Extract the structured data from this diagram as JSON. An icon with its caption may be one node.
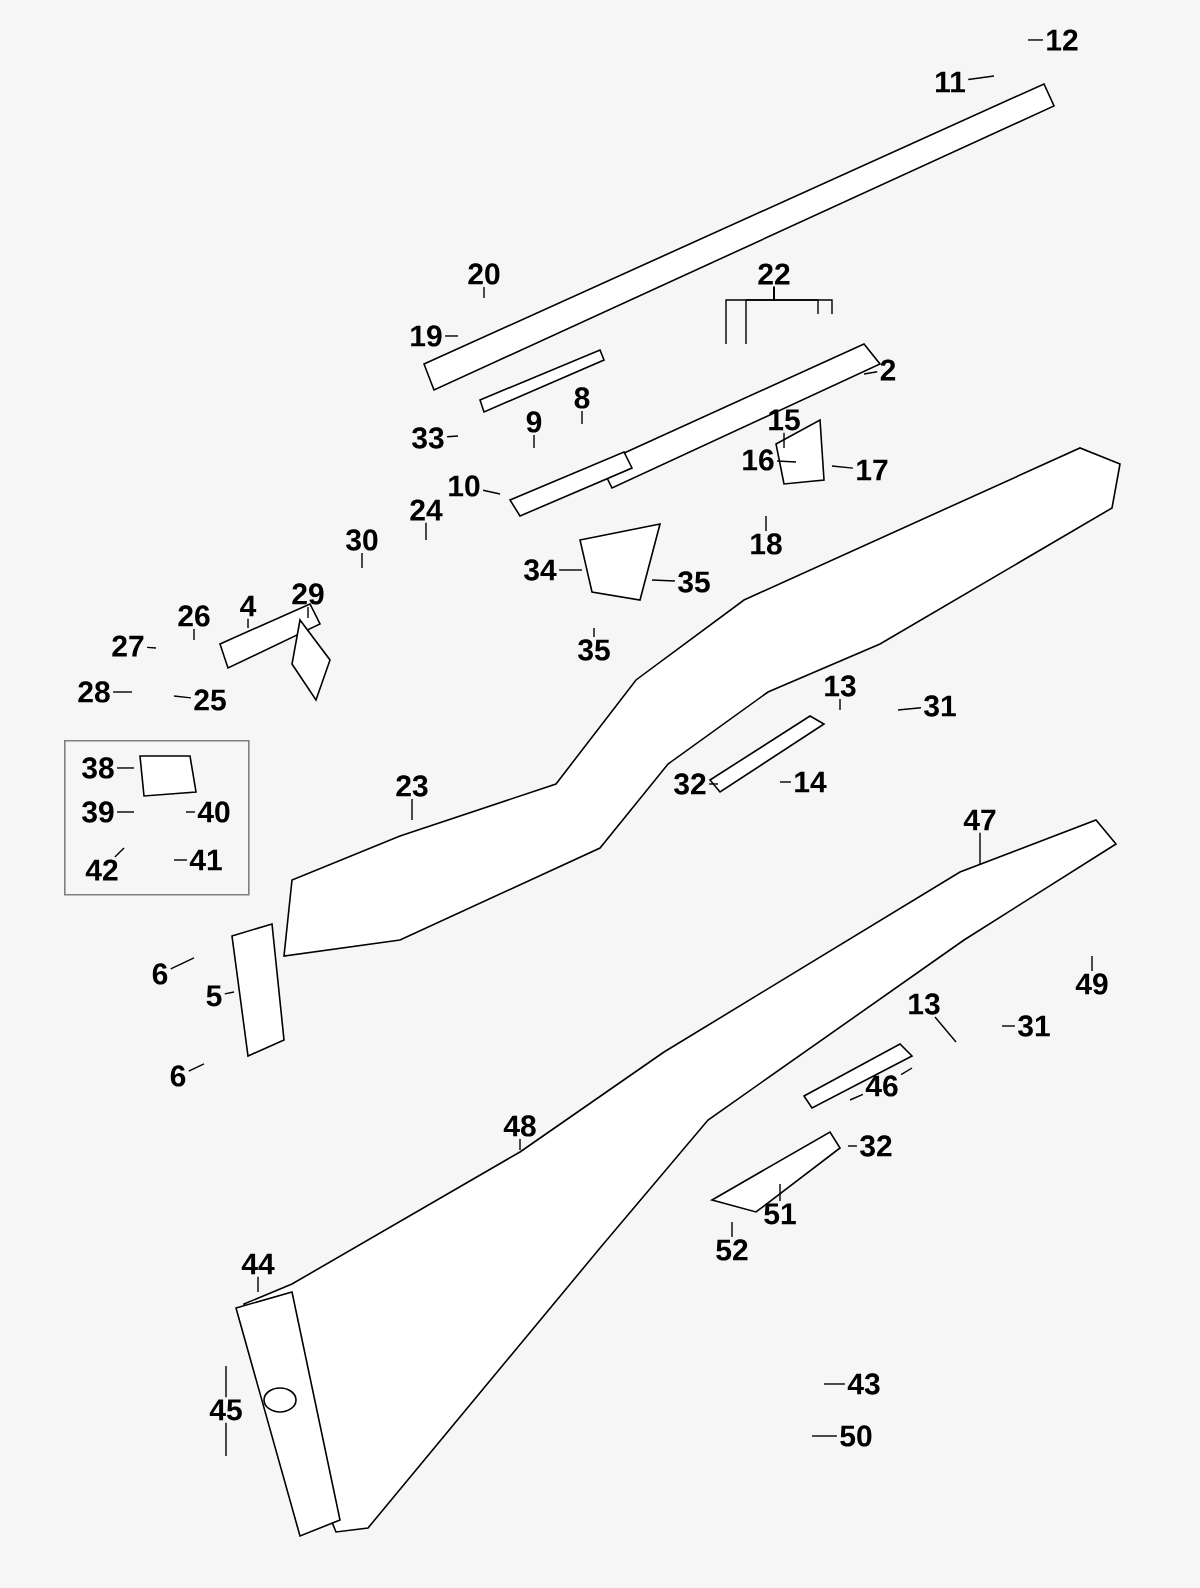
{
  "diagram": {
    "nodes": [
      {
        "text": [
          "12"
        ]
      },
      {
        "text": [
          "11"
        ]
      },
      {
        "text": [
          "20"
        ]
      },
      {
        "text": [
          "19"
        ]
      },
      {
        "text": [
          "22"
        ]
      },
      {
        "text": [
          "2"
        ]
      },
      {
        "text": [
          "8"
        ]
      },
      {
        "text": [
          "9"
        ]
      },
      {
        "text": [
          "33"
        ]
      },
      {
        "text": [
          "15"
        ]
      },
      {
        "text": [
          "10"
        ]
      },
      {
        "text": [
          "16"
        ]
      },
      {
        "text": [
          "17"
        ]
      },
      {
        "text": [
          "24"
        ]
      },
      {
        "text": [
          "30"
        ]
      },
      {
        "text": [
          "18"
        ]
      },
      {
        "text": [
          "34"
        ]
      },
      {
        "text": [
          "35"
        ]
      },
      {
        "text": [
          "29"
        ]
      },
      {
        "text": [
          "4"
        ]
      },
      {
        "text": [
          "26"
        ]
      },
      {
        "text": [
          "27"
        ]
      },
      {
        "text": [
          "35"
        ]
      },
      {
        "text": [
          "13"
        ]
      },
      {
        "text": [
          "31"
        ]
      },
      {
        "text": [
          "28"
        ]
      },
      {
        "text": [
          "25"
        ]
      },
      {
        "text": [
          "32"
        ]
      },
      {
        "text": [
          "14"
        ]
      },
      {
        "text": [],
        "shape": "box"
      },
      {
        "text": [
          "38"
        ],
        "in": 29
      },
      {
        "text": [
          "39"
        ],
        "in": 29
      },
      {
        "text": [
          "40"
        ],
        "in": 29
      },
      {
        "text": [
          "42"
        ],
        "in": 29
      },
      {
        "text": [
          "41"
        ],
        "in": 29
      },
      {
        "text": [
          "23"
        ]
      },
      {
        "text": [
          "47"
        ]
      },
      {
        "text": [
          "6"
        ]
      },
      {
        "text": [
          "5"
        ]
      },
      {
        "text": [
          "49"
        ]
      },
      {
        "text": [
          "13"
        ]
      },
      {
        "text": [
          "31"
        ]
      },
      {
        "text": [
          "6"
        ]
      },
      {
        "text": [
          "46"
        ]
      },
      {
        "text": [
          "48"
        ]
      },
      {
        "text": [
          "32"
        ]
      },
      {
        "text": [
          "51"
        ]
      },
      {
        "text": [
          "52"
        ]
      },
      {
        "text": [
          "44"
        ]
      },
      {
        "text": [
          "45"
        ]
      },
      {
        "text": [
          "43"
        ]
      },
      {
        "text": [
          "50"
        ]
      }
    ],
    "edges": [
      {
        "from": 0,
        "to": null,
        "arrow": "none"
      },
      {
        "from": 1,
        "to": null,
        "arrow": "none"
      },
      {
        "from": 2,
        "to": null,
        "arrow": "none"
      },
      {
        "from": 3,
        "to": null,
        "arrow": "none"
      },
      {
        "from": 4,
        "to": null,
        "arrow": "none"
      },
      {
        "from": 4,
        "to": null,
        "arrow": "none"
      },
      {
        "from": 4,
        "to": null,
        "arrow": "none"
      },
      {
        "from": 4,
        "to": null,
        "arrow": "none"
      },
      {
        "from": 5,
        "to": null,
        "arrow": "none"
      },
      {
        "from": 6,
        "to": null,
        "arrow": "none"
      },
      {
        "from": 7,
        "to": null,
        "arrow": "none"
      },
      {
        "from": 8,
        "to": null,
        "arrow": "none"
      },
      {
        "from": 9,
        "to": null,
        "arrow": "none"
      },
      {
        "from": 10,
        "to": null,
        "arrow": "none"
      },
      {
        "from": 11,
        "to": null,
        "arrow": "none"
      },
      {
        "from": 12,
        "to": null,
        "arrow": "none"
      },
      {
        "from": 13,
        "to": null,
        "arrow": "none"
      },
      {
        "from": 14,
        "to": null,
        "arrow": "none"
      },
      {
        "from": 15,
        "to": null,
        "arrow": "none"
      },
      {
        "from": 16,
        "to": null,
        "arrow": "none"
      },
      {
        "from": 17,
        "to": null,
        "arrow": "none"
      },
      {
        "from": 18,
        "to": null,
        "arrow": "none"
      },
      {
        "from": 19,
        "to": null,
        "arrow": "none"
      },
      {
        "from": 20,
        "to": null,
        "arrow": "none"
      },
      {
        "from": 21,
        "to": null,
        "arrow": "none"
      },
      {
        "from": 22,
        "to": null,
        "arrow": "none"
      },
      {
        "from": 23,
        "to": null,
        "arrow": "none"
      },
      {
        "from": 24,
        "to": null,
        "arrow": "none"
      },
      {
        "from": 25,
        "to": null,
        "arrow": "none"
      },
      {
        "from": 26,
        "to": null,
        "arrow": "none"
      },
      {
        "from": 27,
        "to": null,
        "arrow": "none"
      },
      {
        "from": 28,
        "to": null,
        "arrow": "none"
      },
      {
        "from": 30,
        "to": null,
        "arrow": "none"
      },
      {
        "from": 31,
        "to": null,
        "arrow": "none"
      },
      {
        "from": 32,
        "to": null,
        "arrow": "none"
      },
      {
        "from": 33,
        "to": null,
        "arrow": "none"
      },
      {
        "from": 34,
        "to": null,
        "arrow": "none"
      },
      {
        "from": 35,
        "to": null,
        "arrow": "none"
      },
      {
        "from": 36,
        "to": null,
        "arrow": "none"
      },
      {
        "from": 37,
        "to": null,
        "arrow": "none"
      },
      {
        "from": 38,
        "to": null,
        "arrow": "none"
      },
      {
        "from": 39,
        "to": null,
        "arrow": "none"
      },
      {
        "from": 40,
        "to": null,
        "arrow": "none"
      },
      {
        "from": 41,
        "to": null,
        "arrow": "none"
      },
      {
        "from": 42,
        "to": null,
        "arrow": "none"
      },
      {
        "from": 43,
        "to": null,
        "arrow": "none"
      },
      {
        "from": 43,
        "to": null,
        "arrow": "none"
      },
      {
        "from": 44,
        "to": null,
        "arrow": "none"
      },
      {
        "from": 45,
        "to": null,
        "arrow": "none"
      },
      {
        "from": 46,
        "to": null,
        "arrow": "none"
      },
      {
        "from": 47,
        "to": null,
        "arrow": "none"
      },
      {
        "from": 48,
        "to": null,
        "arrow": "none"
      },
      {
        "from": 49,
        "to": null,
        "arrow": "none"
      },
      {
        "from": 49,
        "to": null,
        "arrow": "none"
      },
      {
        "from": 50,
        "to": null,
        "arrow": "none"
      },
      {
        "from": 51,
        "to": null,
        "arrow": "none"
      }
    ]
  }
}
